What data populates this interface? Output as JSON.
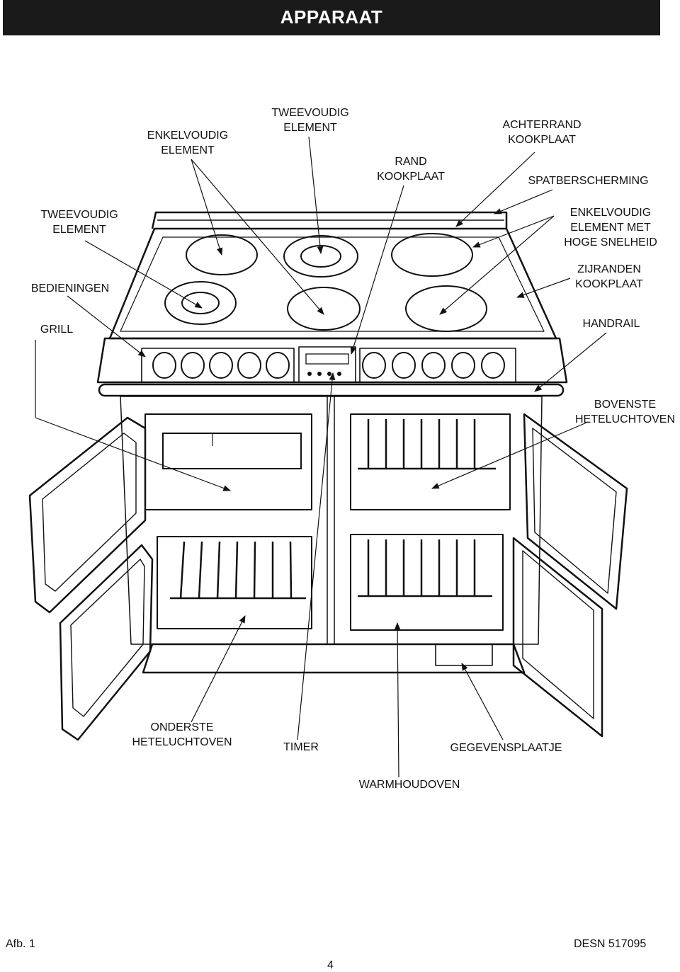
{
  "header": {
    "title": "APPARAAT"
  },
  "labels": {
    "enkelvoudig_element_top": "ENKELVOUDIG\nELEMENT",
    "tweevoudig_element_top": "TWEEVOUDIG\nELEMENT",
    "rand_kookplaat": "RAND\nKOOKPLAAT",
    "achterrand_kookplaat": "ACHTERRAND\nKOOKPLAAT",
    "spatbescherming": "SPATBERSCHERMING",
    "tweevoudig_element_left": "TWEEVOUDIG\nELEMENT",
    "enkelvoudig_element_hoge_snelheid": "ENKELVOUDIG\nELEMENT MET\nHOGE SNELHEID",
    "bedieningen": "BEDIENINGEN",
    "zijranden_kookplaat": "ZIJRANDEN\nKOOKPLAAT",
    "grill": "GRILL",
    "handrail": "HANDRAIL",
    "bovenste_heteluchtoven": "BOVENSTE\nHETELUCHTOVEN",
    "onderste_heteluchtoven": "ONDERSTE\nHETELUCHTOVEN",
    "timer": "TIMER",
    "gegevensplaatje": "GEGEVENSPLAATJE",
    "warmhoudoven": "WARMHOUDOVEN"
  },
  "footer": {
    "figure_label": "Afb. 1",
    "design_code": "DESN 517095",
    "page_number": "4"
  }
}
